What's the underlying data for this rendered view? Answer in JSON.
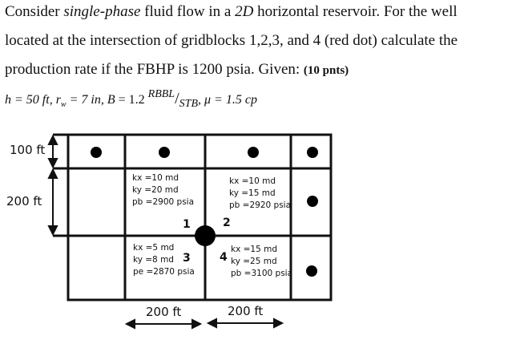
{
  "question": {
    "line1_a": "Consider ",
    "line1_italic": "single-phase",
    "line1_b": " fluid flow in a ",
    "line1_italic2": "2D",
    "line1_c": " horizontal reservoir. For the well",
    "line2": "located at the intersection of gridblocks 1,2,3, and 4 (red dot) calculate the",
    "line3": "production rate if the FBHP is 1200 psia. Given: ",
    "points": "(10 pnts)"
  },
  "given": {
    "h": "h = 50  ft,",
    "rw_label": "r",
    "rw_sub": "w",
    "rw_value": " = 7  in,",
    "B_label": "B",
    "B_value": " = 1.2 ",
    "B_unit_num": "RBBL",
    "B_unit_den": "STB",
    "mu": ",  μ = 1.5  cp"
  },
  "diagram": {
    "row_labels": [
      "100 ft",
      "200 ft"
    ],
    "col_labels": [
      "200 ft",
      "200 ft"
    ],
    "blocks": [
      {
        "id": "1",
        "kx": "kx =10 md",
        "ky": "ky =20 md",
        "pb": "pb =2900 psia"
      },
      {
        "id": "2",
        "kx": "kx =10 md",
        "ky": "ky =15 md",
        "pb": "pb =2920 psia"
      },
      {
        "id": "3",
        "kx": "kx =5 md",
        "ky": "ky =8 md",
        "pb": "pe =2870 psia"
      },
      {
        "id": "4",
        "kx": "kx =15 md",
        "ky": "ky =25 md",
        "pb": "pb =3100 psia"
      }
    ],
    "well_color": "#000000"
  }
}
